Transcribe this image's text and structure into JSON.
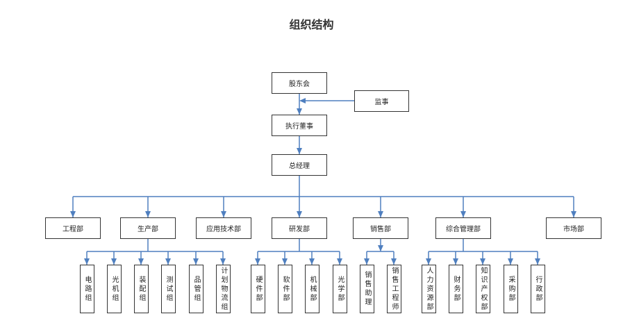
{
  "title": "组织结构",
  "line_color": "#4f7fbf",
  "top": {
    "shareholders": "股东会",
    "supervisor": "监事",
    "executive_director": "执行董事",
    "general_manager": "总经理"
  },
  "departments": [
    {
      "name": "工程部",
      "children": []
    },
    {
      "name": "生产部",
      "children": [
        "电路组",
        "光机组",
        "装配组",
        "测试组",
        "品管组",
        "计划物流组"
      ]
    },
    {
      "name": "应用技术部",
      "children": []
    },
    {
      "name": "研发部",
      "children": [
        "硬件部",
        "软件部",
        "机械部",
        "光学部"
      ]
    },
    {
      "name": "销售部",
      "children": [
        "销售助理",
        "销售工程师"
      ]
    },
    {
      "name": "综合管理部",
      "children": [
        "人力资源部",
        "财务部",
        "知识产权部",
        "采购部",
        "行政部"
      ]
    },
    {
      "name": "市场部",
      "children": []
    }
  ]
}
